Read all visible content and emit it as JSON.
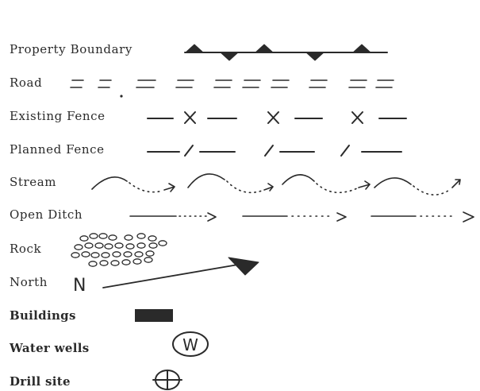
{
  "legend": {
    "items": [
      {
        "key": "property_boundary",
        "label": "Property Boundary",
        "symbol": "line-with-triangles"
      },
      {
        "key": "road",
        "label": "Road",
        "symbol": "double-dashed-line"
      },
      {
        "key": "existing_fence",
        "label": "Existing Fence",
        "symbol": "line-with-x"
      },
      {
        "key": "planned_fence",
        "label": "Planned Fence",
        "symbol": "line-with-slash"
      },
      {
        "key": "stream",
        "label": "Stream",
        "symbol": "curved-dotted-arrow-line"
      },
      {
        "key": "open_ditch",
        "label": "Open Ditch",
        "symbol": "dotted-arrow-line"
      },
      {
        "key": "rock",
        "label": "Rock",
        "symbol": "cluster-of-ovals"
      },
      {
        "key": "north",
        "label": "North",
        "symbol": "north-arrow",
        "glyph": "N"
      },
      {
        "key": "buildings",
        "label": "Buildings",
        "symbol": "filled-rectangle"
      },
      {
        "key": "water_wells",
        "label": "Water wells",
        "symbol": "circled-w",
        "glyph": "W"
      },
      {
        "key": "drill_site",
        "label": "Drill site",
        "symbol": "circled-cross"
      }
    ]
  },
  "colors": {
    "ink": "#2a2a2a",
    "background": "#ffffff"
  }
}
